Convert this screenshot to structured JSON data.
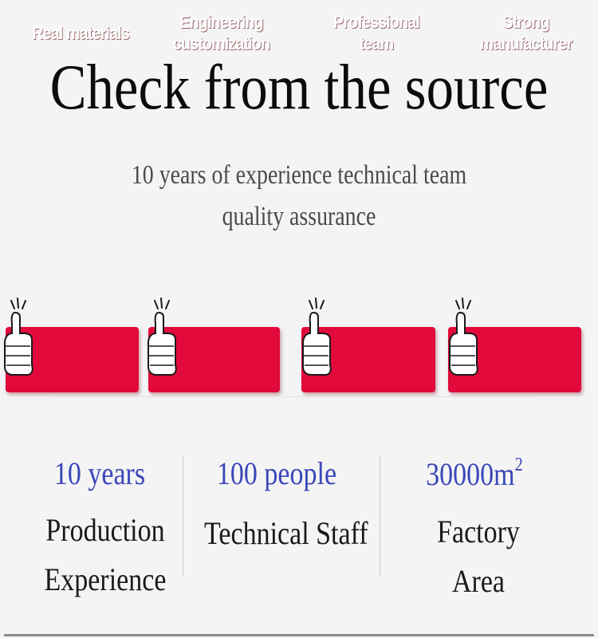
{
  "heading": {
    "title": "Check from the source",
    "subtitle_line1": "10 years of experience technical team",
    "subtitle_line2": "quality assurance"
  },
  "badges": [
    {
      "line1": "Real materials",
      "line2": ""
    },
    {
      "line1": "Engineering",
      "line2": "customization"
    },
    {
      "line1": "Professional",
      "line2": "team"
    },
    {
      "line1": "Strong",
      "line2": "manufacturer"
    }
  ],
  "stats": [
    {
      "value": "10 years",
      "label_line1": "Production",
      "label_line2": "Experience"
    },
    {
      "value": "100 people",
      "label_line1": "Technical Staff",
      "label_line2": ""
    },
    {
      "value": "30000m",
      "value_sup": "2",
      "label_line1": "Factory",
      "label_line2": "Area"
    }
  ],
  "colors": {
    "badge": "#e20a3b",
    "stat_value": "#3a46b8",
    "background": "#f4f4f4"
  },
  "icons": [
    "thumbs-up-icon"
  ]
}
